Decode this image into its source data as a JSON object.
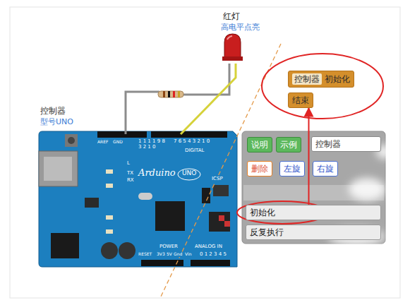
{
  "diagram": {
    "nodes": [
      {
        "text": [
          "控制器",
          "初始化"
        ]
      },
      {
        "text": [
          "结束"
        ]
      },
      {
        "text": [
          "说明"
        ]
      },
      {
        "text": [
          "示例"
        ]
      },
      {
        "text": [
          "控制器"
        ]
      },
      {
        "text": [
          "删除"
        ]
      },
      {
        "text": [
          "左旋"
        ]
      },
      {
        "text": [
          "右旋"
        ]
      },
      {
        "text": [
          "初始化"
        ]
      },
      {
        "text": [
          "反复执行"
        ]
      }
    ],
    "edges": [
      {
        "from": 8,
        "to": 1,
        "arrow": "to"
      }
    ],
    "labels": [
      "红灯",
      "高电平点亮",
      "控制器",
      "型号UNO",
      "Arduino",
      "UNO",
      "DIGITAL",
      "7 6 5 4 3 2 1 0",
      "1 1 1 1 9 8",
      "3 2 1 0",
      "GND",
      "AREF",
      "TX",
      "RX",
      "L",
      "ICSP",
      "POWER",
      "ANALOG IN",
      "RESET",
      "3V3",
      "5V",
      "Gnd",
      "Vin",
      "0 1 2 3 4 5"
    ]
  }
}
